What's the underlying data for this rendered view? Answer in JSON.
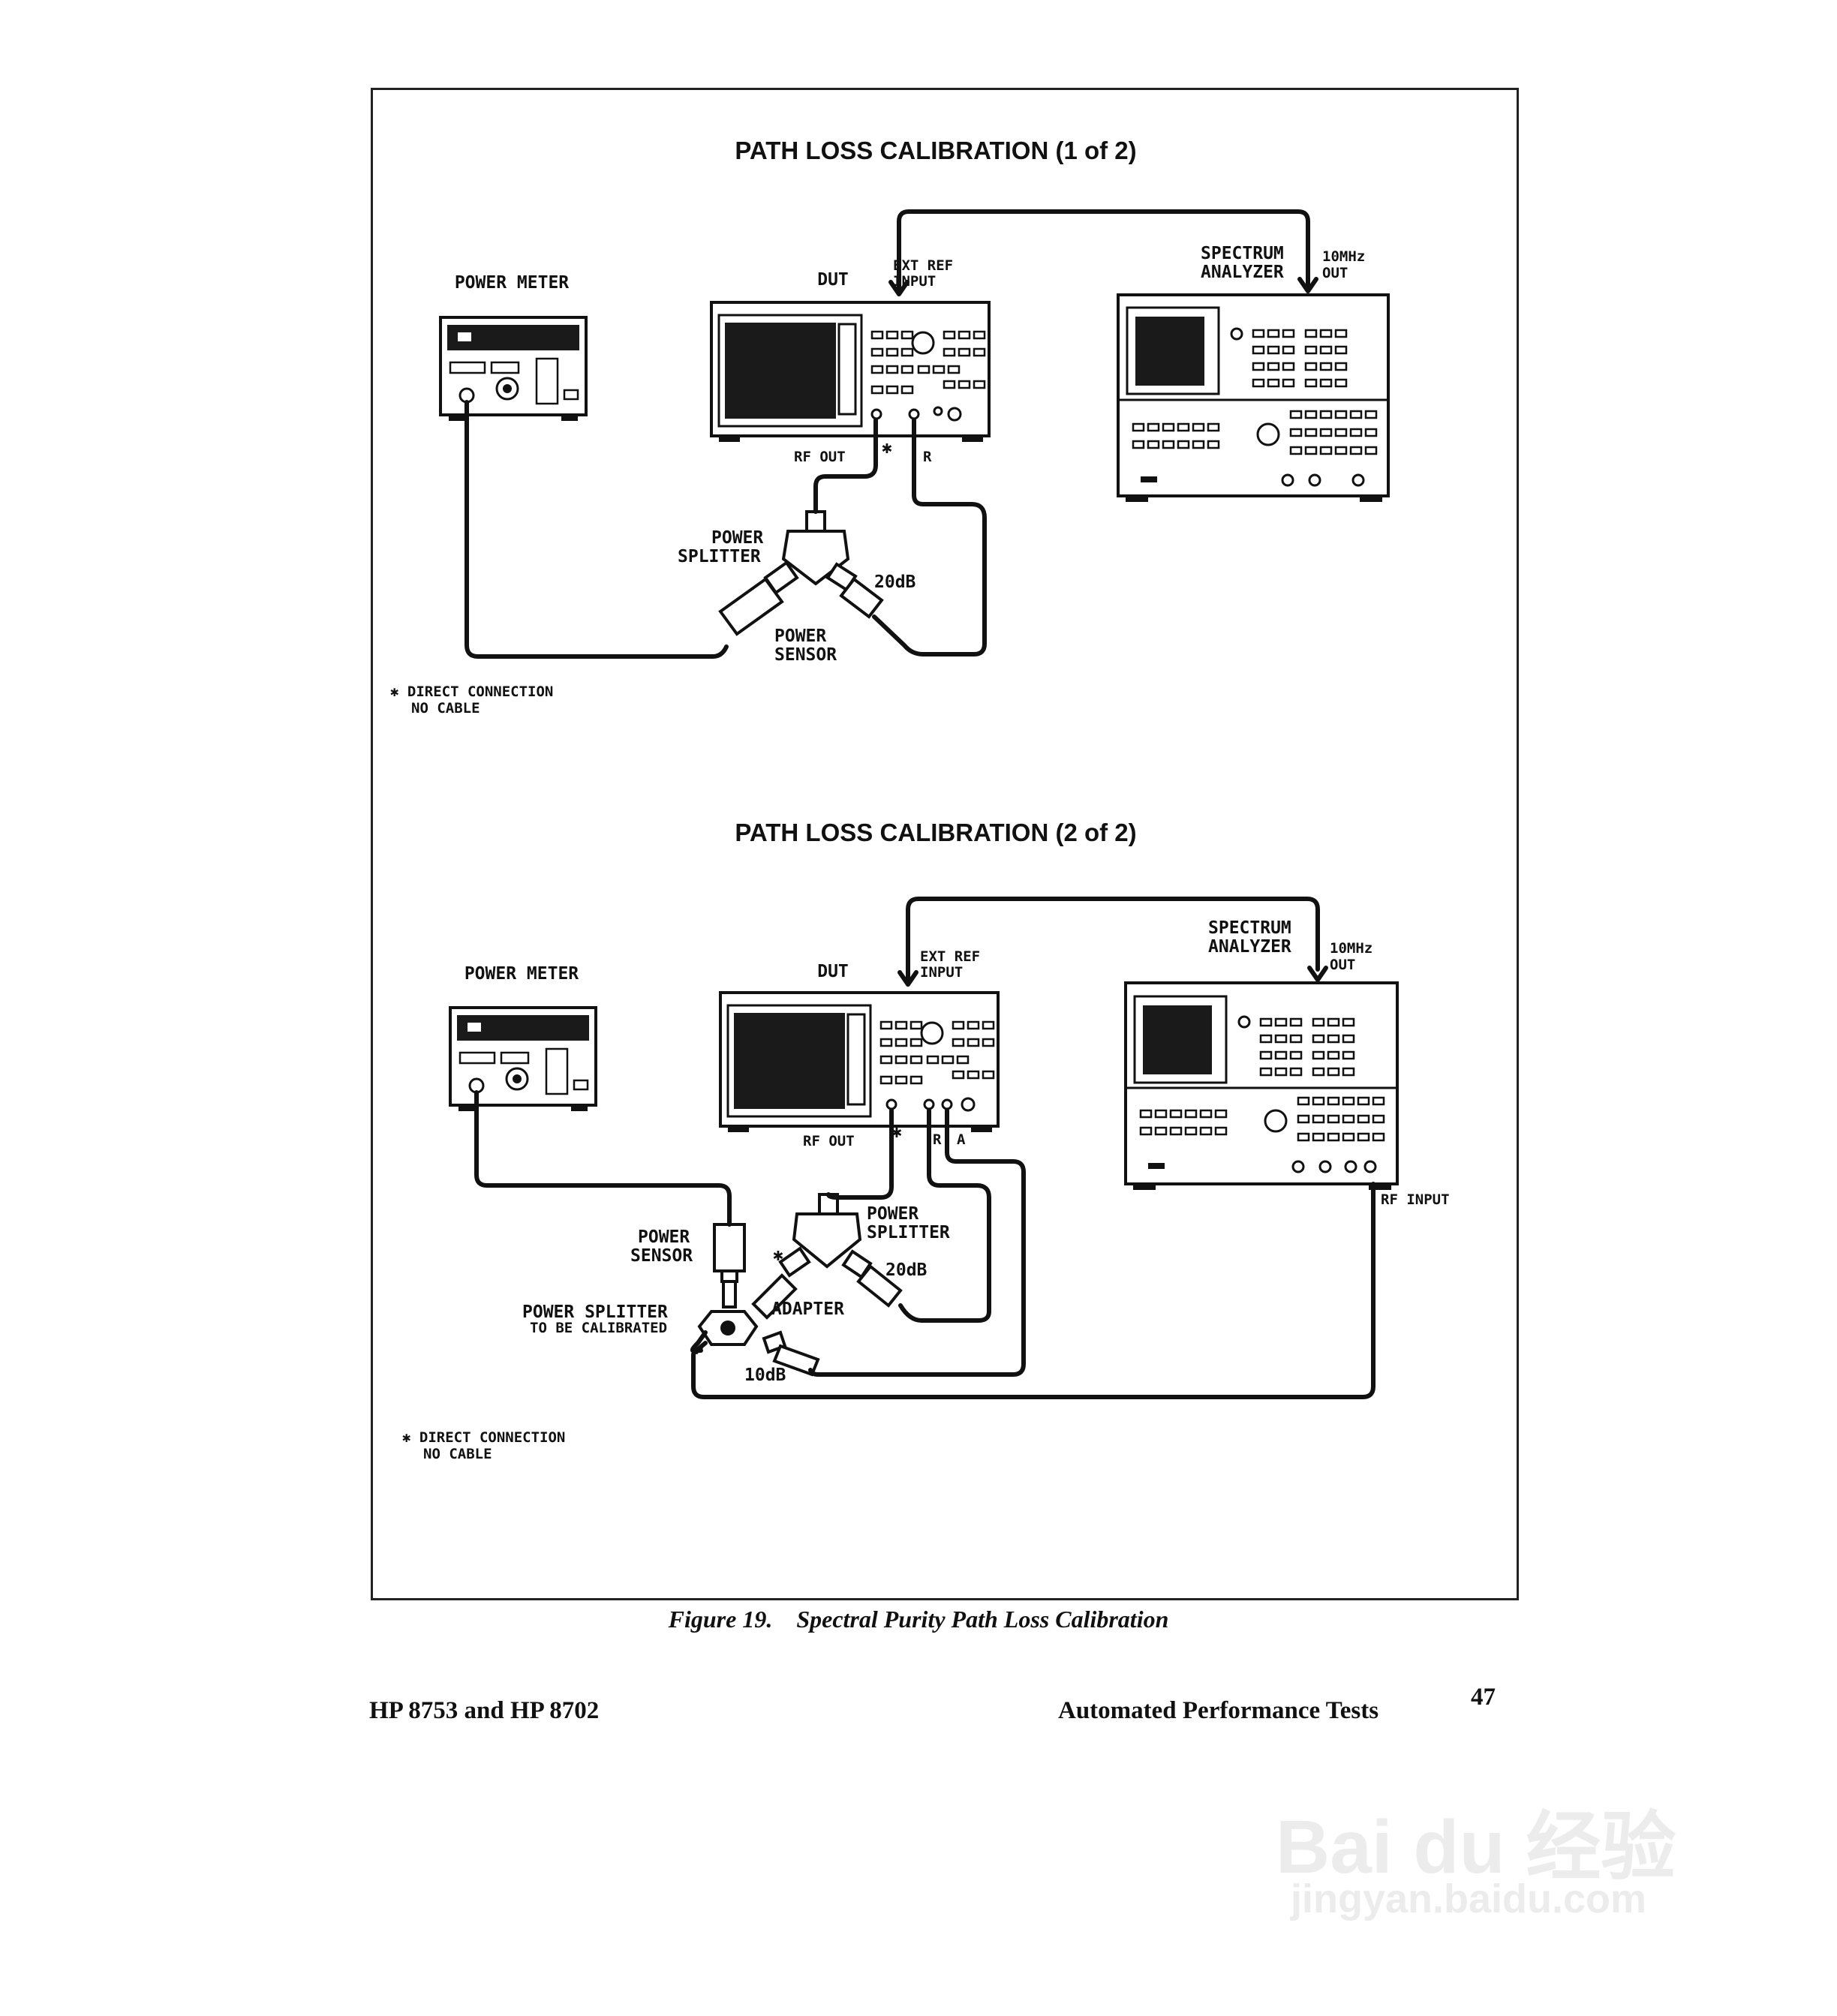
{
  "figure": {
    "diagram1": {
      "title": "PATH LOSS CALIBRATION (1 of 2)",
      "power_meter": "POWER METER",
      "dut": "DUT",
      "ext_ref_line1": "EXT REF",
      "ext_ref_line2": "INPUT",
      "spectrum_line1": "SPECTRUM",
      "spectrum_line2": "ANALYZER",
      "out_line1": "10MHz",
      "out_line2": "OUT",
      "rf_out": "RF OUT",
      "r_port": "R",
      "star": "✱",
      "splitter_line1": "POWER",
      "splitter_line2": "SPLITTER",
      "attenuator": "20dB",
      "sensor_line1": "POWER",
      "sensor_line2": "SENSOR",
      "note_line1": "✱ DIRECT CONNECTION",
      "note_line2": "NO CABLE"
    },
    "diagram2": {
      "title": "PATH LOSS CALIBRATION (2 of 2)",
      "power_meter": "POWER METER",
      "dut": "DUT",
      "ext_ref_line1": "EXT REF",
      "ext_ref_line2": "INPUT",
      "spectrum_line1": "SPECTRUM",
      "spectrum_line2": "ANALYZER",
      "out_line1": "10MHz",
      "out_line2": "OUT",
      "rf_out": "RF OUT",
      "r_port": "R",
      "a_port": "A",
      "star": "✱",
      "rf_input": "RF INPUT",
      "sensor_line1": "POWER",
      "sensor_line2": "SENSOR",
      "splitter_line1": "POWER",
      "splitter_line2": "SPLITTER",
      "attenuator_20": "20dB",
      "cal_splitter_line1": "POWER SPLITTER",
      "cal_splitter_line2": "TO BE CALIBRATED",
      "adapter": "ADAPTER",
      "attenuator_10": "10dB",
      "note_line1": "✱ DIRECT CONNECTION",
      "note_line2": "NO CABLE"
    },
    "caption": "Figure 19.    Spectral Purity Path Loss Calibration"
  },
  "footer": {
    "left": "HP 8753 and HP 8702",
    "section": "Automated Performance Tests",
    "page": "47"
  },
  "watermark": {
    "logo": "Bai du 经验",
    "url": "jingyan.baidu.com"
  }
}
